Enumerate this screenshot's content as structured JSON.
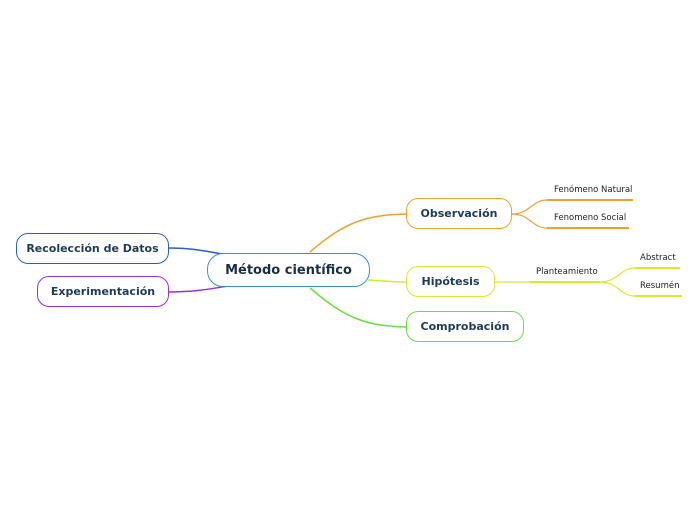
{
  "central": {
    "label": "Método científico",
    "color": "#3a8fd6"
  },
  "branches": {
    "observacion": {
      "label": "Observación",
      "color": "#f0a030",
      "children": [
        "Fenómeno Natural",
        "Fenomeno Social"
      ]
    },
    "hipotesis": {
      "label": "Hipótesis",
      "color": "#d8e830",
      "child": "Planteamiento",
      "grandchildren": [
        "Abstract",
        "Resumén"
      ]
    },
    "comprobacion": {
      "label": "Comprobación",
      "color": "#66e040"
    },
    "recoleccion": {
      "label": "Recolección de Datos",
      "color": "#2a5fc0"
    },
    "experimentacion": {
      "label": "Experimentación",
      "color": "#9a30d0"
    }
  }
}
